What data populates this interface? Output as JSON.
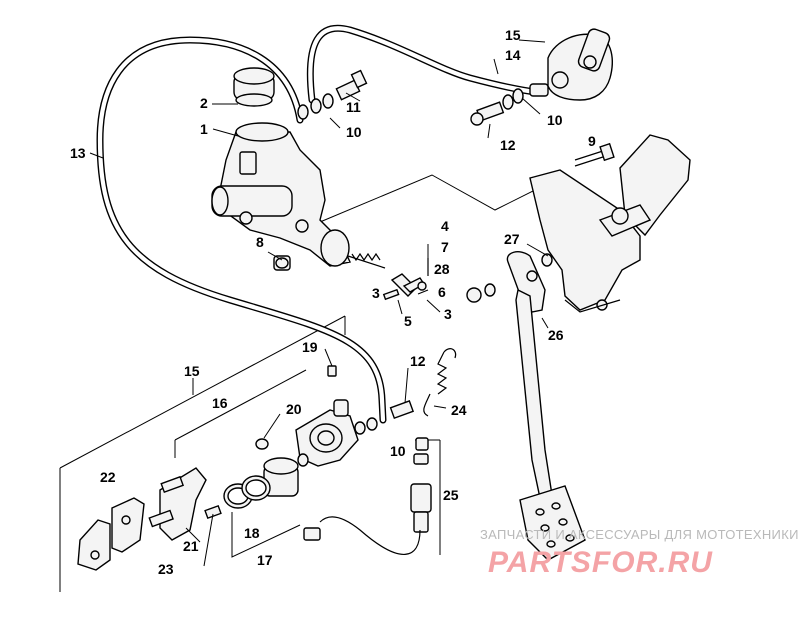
{
  "watermark": {
    "caption": "ЗАПЧАСТИ И АКСЕССУАРЫ ДЛЯ МОТОТЕХНИКИ",
    "logo": "PARTSFOR.RU",
    "logo_color": "#f4a3a6",
    "caption_color": "#b9b9b9"
  },
  "labels": [
    {
      "id": "label-1",
      "text": "1"
    },
    {
      "id": "label-2",
      "text": "2"
    },
    {
      "id": "label-3a",
      "text": "3"
    },
    {
      "id": "label-3b",
      "text": "3"
    },
    {
      "id": "label-4",
      "text": "4"
    },
    {
      "id": "label-5",
      "text": "5"
    },
    {
      "id": "label-6",
      "text": "6"
    },
    {
      "id": "label-7",
      "text": "7"
    },
    {
      "id": "label-8",
      "text": "8"
    },
    {
      "id": "label-9",
      "text": "9"
    },
    {
      "id": "label-10a",
      "text": "10"
    },
    {
      "id": "label-10b",
      "text": "10"
    },
    {
      "id": "label-10c",
      "text": "10"
    },
    {
      "id": "label-11",
      "text": "11"
    },
    {
      "id": "label-12a",
      "text": "12"
    },
    {
      "id": "label-12b",
      "text": "12"
    },
    {
      "id": "label-13",
      "text": "13"
    },
    {
      "id": "label-14",
      "text": "14"
    },
    {
      "id": "label-15a",
      "text": "15"
    },
    {
      "id": "label-15b",
      "text": "15"
    },
    {
      "id": "label-16",
      "text": "16"
    },
    {
      "id": "label-17",
      "text": "17"
    },
    {
      "id": "label-18",
      "text": "18"
    },
    {
      "id": "label-19",
      "text": "19"
    },
    {
      "id": "label-20",
      "text": "20"
    },
    {
      "id": "label-21",
      "text": "21"
    },
    {
      "id": "label-22",
      "text": "22"
    },
    {
      "id": "label-23",
      "text": "23"
    },
    {
      "id": "label-24",
      "text": "24"
    },
    {
      "id": "label-25",
      "text": "25"
    },
    {
      "id": "label-26",
      "text": "26"
    },
    {
      "id": "label-27",
      "text": "27"
    },
    {
      "id": "label-28",
      "text": "28"
    }
  ]
}
